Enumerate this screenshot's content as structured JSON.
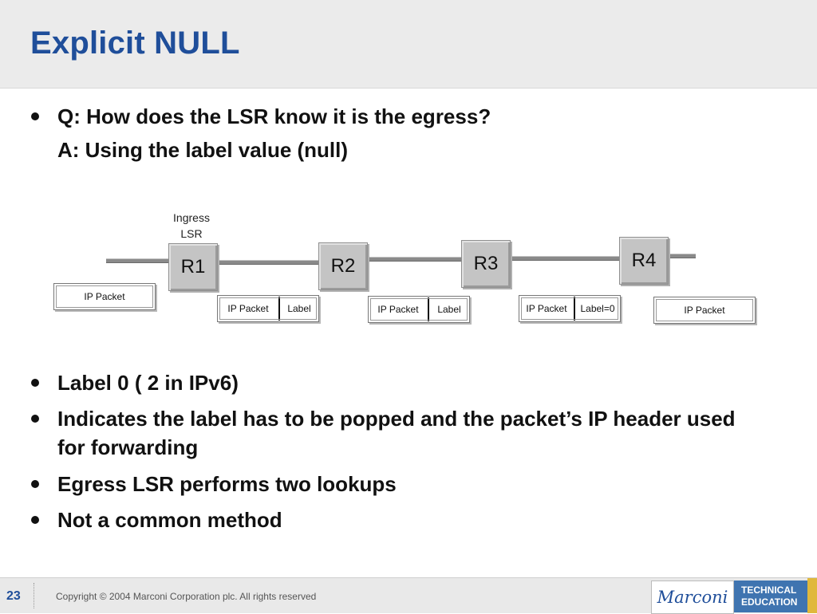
{
  "slide": {
    "title": "Explicit NULL",
    "question": "Q: How does the LSR know it is the egress?",
    "answer": "A: Using the label value (null)",
    "bullets": [
      "Label 0 ( 2 in IPv6)",
      "Indicates the label has to be popped and the packet’s IP header used for forwarding",
      "Egress LSR performs two lookups",
      "Not a common method"
    ]
  },
  "diagram": {
    "ingress_label_line1": "Ingress",
    "ingress_label_line2": "LSR",
    "routers": [
      "R1",
      "R2",
      "R3",
      "R4"
    ],
    "packets": [
      {
        "ip": "IP Packet",
        "label": ""
      },
      {
        "ip": "IP Packet",
        "label": "Label"
      },
      {
        "ip": "IP Packet",
        "label": "Label"
      },
      {
        "ip": "IP Packet",
        "label": "Label=0"
      },
      {
        "ip": "IP Packet",
        "label": ""
      }
    ]
  },
  "footer": {
    "page_number": "23",
    "copyright": "Copyright © 2004 Marconi Corporation plc. All rights reserved",
    "brand_logo": "Marconi",
    "brand_line1": "TECHNICAL",
    "brand_line2": "EDUCATION"
  },
  "colors": {
    "title": "#1f4e9a",
    "header_bg": "#ebebeb",
    "brand_blue": "#3f74b0",
    "brand_stripe": "#e0b83c"
  }
}
